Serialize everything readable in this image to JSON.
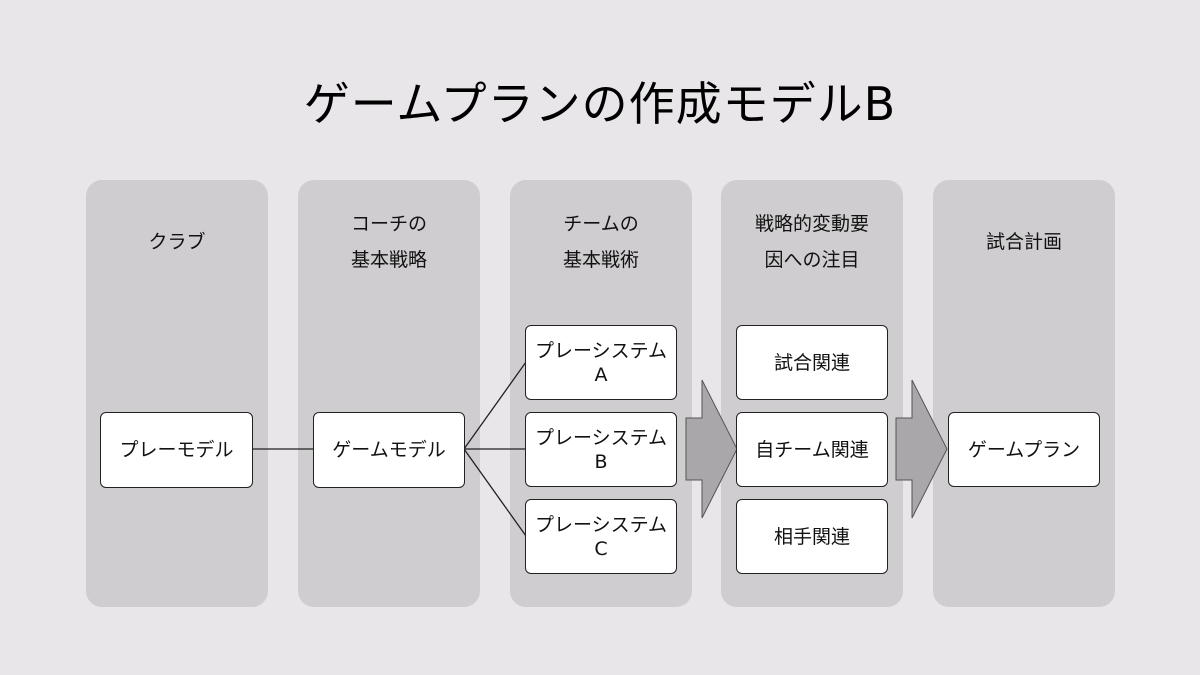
{
  "title": "ゲームプランの作成モデルB",
  "columns": [
    {
      "header": "クラブ"
    },
    {
      "header": "コーチの\n基本戦略"
    },
    {
      "header": "チームの\n基本戦術"
    },
    {
      "header": "戦略的変動要\n因への注目"
    },
    {
      "header": "試合計画"
    }
  ],
  "boxes": {
    "play_model": "プレーモデル",
    "game_model": "ゲームモデル",
    "play_system_a": "プレーシステム\nA",
    "play_system_b": "プレーシステム\nB",
    "play_system_c": "プレーシステム\nC",
    "match_related": "試合関連",
    "own_team_related": "自チーム関連",
    "opponent_related": "相手関連",
    "game_plan": "ゲームプラン"
  },
  "colors": {
    "background": "#e8e6e8",
    "column": "#cfcdcf",
    "arrow": "#a9a7a9",
    "box": "#ffffff",
    "line": "#222222"
  }
}
